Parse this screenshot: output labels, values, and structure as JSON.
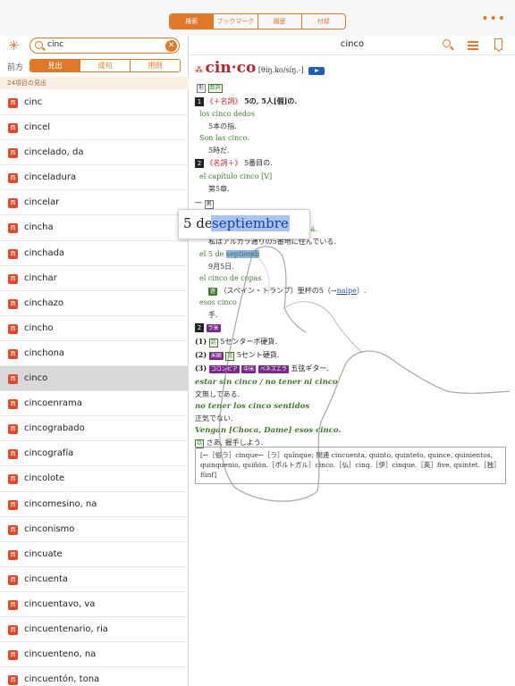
{
  "top_tabs": [
    "検索",
    "ブックマーク",
    "履歴",
    "付録"
  ],
  "more_label": "•••",
  "left": {
    "star_icon": "✳",
    "search_value": "cinc",
    "clear_icon": "✕",
    "mode_label": "前方",
    "modes": [
      "見出",
      "成句",
      "用例"
    ],
    "count_text": "24項目の見出",
    "badge": "西",
    "words": [
      "cinc",
      "cincel",
      "cincelado, da",
      "cinceladura",
      "cincelar",
      "cincha",
      "cinchada",
      "cinchar",
      "cinchazo",
      "cincho",
      "cinchona",
      "cinco",
      "cincoenrama",
      "cincograbado",
      "cincografía",
      "cincolote",
      "cincomesino, na",
      "cinconismo",
      "cincuate",
      "cincuenta",
      "cincuentavo, va",
      "cincuentenario, ria",
      "cincuenteno, na",
      "cincuentón, tona"
    ],
    "selected_index": 11
  },
  "right": {
    "title": "cinco",
    "entry": {
      "headword": "cin·co",
      "pron": "[θíŋ.ko/síŋ.-]",
      "pos_tags": [
        "形",
        "数詞"
      ],
      "s1_num": "1",
      "s1_head": "《＋名詞》",
      "s1_text": "5の, 5人[個]の.",
      "ex1": "los cinco dedos",
      "tr1": "5本の指.",
      "ex2": "Son las cinco.",
      "tr2": "5時だ.",
      "s2_num": "2",
      "s2_head": "《名詞＋》",
      "s2_text": "5番目の.",
      "ex3": "el capítulo cinco [V]",
      "tr3": "第5章.",
      "dash": "一",
      "noun_tag": "男",
      "ex4_tail": "lá.",
      "tr4": "私はアルカラ通りの5番地に住んでいる.",
      "ex5_pre": "el 5 de ",
      "ex5_hl": "septiemb",
      "tr5": "9月5日.",
      "ex6": "el cinco de copas",
      "tag_6": "遊",
      "tr6": "（スペイン・トランプ）聖杯の5（→",
      "tr6_link": "naipe",
      "tr6_end": "）.",
      "ex7": "esos cinco",
      "tr7": "手.",
      "s3_num": "2",
      "s3_tag": "ラ米",
      "r1": "(1)",
      "r1_tag": "話",
      "r1_text": "5センターボ硬貨.",
      "r2": "(2)",
      "r2_tag1": "米国",
      "r2_tag2": "話",
      "r2_text": "5セント硬貨.",
      "r3": "(3)",
      "r3_tags": [
        "コロンビア",
        "中米",
        "ベネズエラ"
      ],
      "r3_text": "五弦ギター.",
      "idiom1": "estar sin cinco / no tener ni cinco",
      "idiom1_tr": "文無しである.",
      "idiom2": "no tener los cinco sentidos",
      "idiom2_tr": "正気でない.",
      "idiom3": "Vengan [Choca, Dame] esos cinco.",
      "idiom3_tag": "話",
      "idiom3_tr": "さあ, 握手しよう.",
      "etymology": "[←［俗ラ］cinque←［ラ］quīnque; 関連 cincuenta, quinto, quinteto, quince, quinientos, quinquenio, quiñón.［ポルトガル］cinco.［仏］cinq.［伊］cinque.［英］five, quintet.［独］fünf]"
    },
    "popup_pre": "5 de ",
    "popup_hl": "septiembre"
  },
  "colors": {
    "accent": "#e0782a",
    "headword": "#b8262a",
    "example": "#3f7a2a",
    "badge": "#e04a2a",
    "selected_row": "#d9d9d9"
  },
  "icons": [
    "star-icon",
    "search-icon",
    "clear-icon",
    "list-icon",
    "bookmark-icon",
    "speaker-icon",
    "more-icon"
  ]
}
